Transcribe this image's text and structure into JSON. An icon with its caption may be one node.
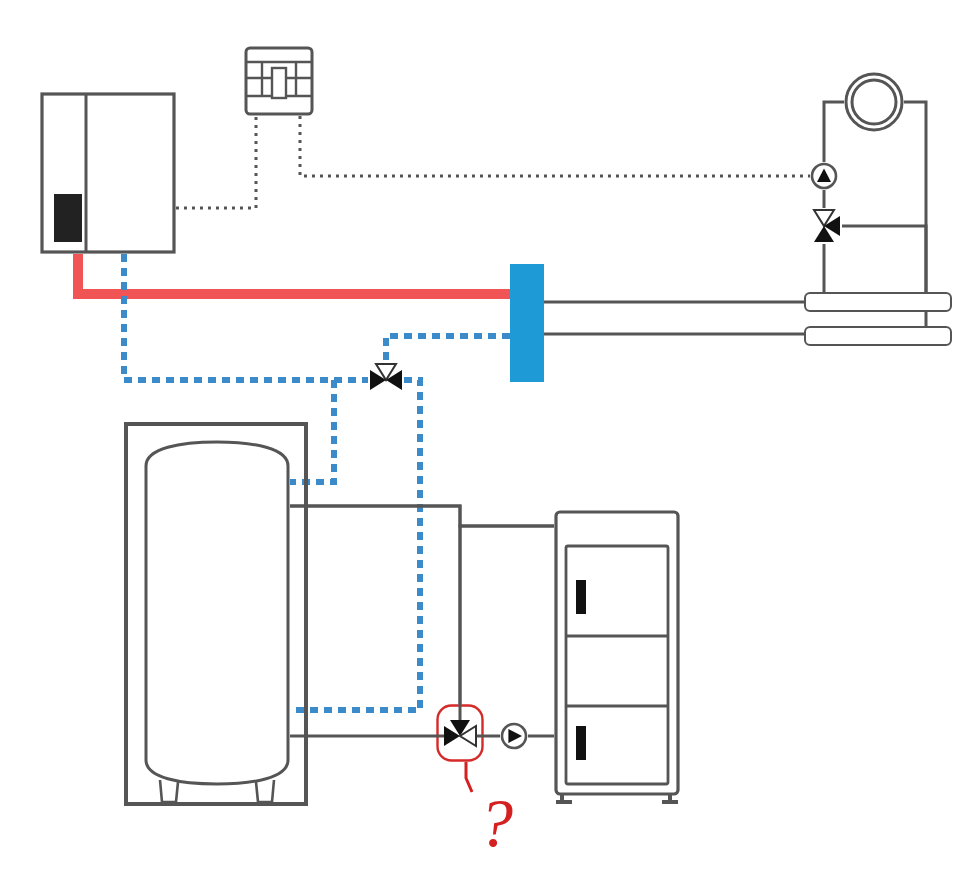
{
  "diagram": {
    "nodes": [
      {
        "text": [],
        "shape": "picture"
      },
      {
        "text": [],
        "shape": "circle"
      },
      {
        "text": [],
        "shape": "picture"
      },
      {
        "text": [],
        "shape": "picture"
      },
      {
        "text": [],
        "shape": "picture"
      },
      {
        "text": [],
        "shape": "box"
      },
      {
        "text": [],
        "shape": "bar"
      },
      {
        "text": [],
        "shape": "bar"
      },
      {
        "text": [],
        "shape": "picture"
      },
      {
        "text": [],
        "shape": "box"
      },
      {
        "text": [],
        "shape": "cylinder",
        "in": 9
      },
      {
        "text": [],
        "shape": "picture"
      },
      {
        "text": [],
        "shape": "picture"
      },
      {
        "text": [],
        "shape": "picture"
      },
      {
        "text": [
          "?"
        ]
      }
    ],
    "edges": [
      {
        "from": 2,
        "to": 0,
        "arrow": "none",
        "style": "dashed"
      },
      {
        "from": 0,
        "to": 3,
        "arrow": "none",
        "style": "dashed"
      },
      {
        "from": 2,
        "to": 5,
        "arrow": "none",
        "style": "thick",
        "color": "#f05454"
      },
      {
        "from": 2,
        "to": 8,
        "arrow": "none",
        "style": "dashed",
        "color": "#3b8bca"
      },
      {
        "from": 2,
        "to": 10,
        "arrow": "none",
        "style": "dashed",
        "color": "#3b8bca"
      },
      {
        "from": 5,
        "to": 8,
        "arrow": "none",
        "style": "dashed",
        "color": "#3b8bca"
      },
      {
        "from": 8,
        "to": 10,
        "arrow": "none",
        "style": "dashed",
        "color": "#3b8bca"
      },
      {
        "from": 5,
        "to": 6,
        "arrow": "none"
      },
      {
        "from": 5,
        "to": 7,
        "arrow": "none"
      },
      {
        "from": 6,
        "to": 4,
        "arrow": "none"
      },
      {
        "from": 4,
        "to": 3,
        "arrow": "none"
      },
      {
        "from": 3,
        "to": 1,
        "arrow": "none"
      },
      {
        "from": 1,
        "to": 6,
        "arrow": "none"
      },
      {
        "from": 4,
        "to": 6,
        "arrow": "none"
      },
      {
        "from": 6,
        "to": 7,
        "arrow": "none"
      },
      {
        "from": 10,
        "to": 12,
        "arrow": "none"
      },
      {
        "from": 11,
        "to": 12,
        "arrow": "none"
      },
      {
        "from": 11,
        "to": 10,
        "arrow": "none"
      },
      {
        "from": 10,
        "to": 12,
        "arrow": "none"
      },
      {
        "from": 12,
        "to": 13,
        "arrow": "none"
      },
      {
        "from": 13,
        "to": 11,
        "arrow": "none"
      },
      {
        "from": 14,
        "to": 12,
        "arrow": "none",
        "color": "#d42020"
      }
    ]
  }
}
